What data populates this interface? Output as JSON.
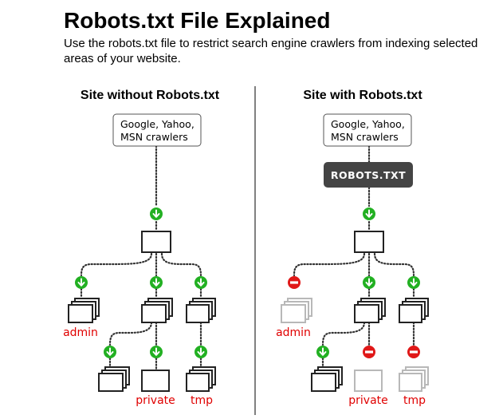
{
  "header": {
    "title": "Robots.txt File Explained",
    "subtitle": "Use the robots.txt file to restrict search engine crawlers from indexing selected areas of your website."
  },
  "left_panel": {
    "heading": "Site without Robots.txt",
    "crawlers_line1": "Google, Yahoo,",
    "crawlers_line2": "MSN crawlers",
    "labels": {
      "admin": "admin",
      "private": "private",
      "tmp": "tmp"
    }
  },
  "right_panel": {
    "heading": "Site with Robots.txt",
    "crawlers_line1": "Google, Yahoo,",
    "crawlers_line2": "MSN crawlers",
    "robots_label": "ROBOTS.TXT",
    "labels": {
      "admin": "admin",
      "private": "private",
      "tmp": "tmp"
    }
  },
  "colors": {
    "allowed": "#22b022",
    "blocked": "#e01818",
    "label": "#e00000",
    "blocked_outline": "#b8b8b8",
    "robots_box": "#444444"
  },
  "icons": {
    "allowed": "down-arrow-icon",
    "blocked": "no-entry-icon"
  }
}
